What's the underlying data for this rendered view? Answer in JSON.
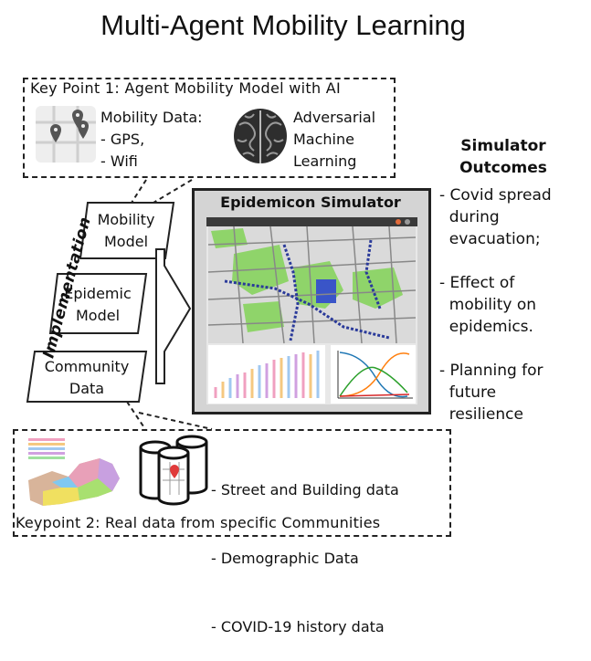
{
  "title": "Multi-Agent Mobility Learning",
  "key_point_1": {
    "label": "Key Point 1: Agent Mobility Model with AI",
    "mobility_data": [
      "Mobility Data:",
      "- GPS,",
      "- Wifi"
    ],
    "adversarial": [
      "Adversarial",
      "Machine",
      "Learning"
    ],
    "map_pin_icon": "map-pin-icon",
    "brain_icon": "brain-icon"
  },
  "implementation_label": "Implementation",
  "models": {
    "mobility": [
      "Mobility",
      "Model"
    ],
    "epidemic": [
      "Epidemic",
      "Model"
    ],
    "community": [
      "Community",
      "Data"
    ]
  },
  "simulator": {
    "title": "Epidemicon Simulator"
  },
  "outcomes": {
    "heading": [
      "Simulator",
      "Outcomes"
    ],
    "items": [
      "- Covid spread\n  during\n  evacuation;",
      "- Effect of\n  mobility on\n  epidemics.",
      "- Planning for\n  future\n  resilience"
    ]
  },
  "key_point_2": {
    "label": "Keypoint 2: Real data from specific Communities",
    "data_items": [
      "- Street and Building data",
      "- Demographic Data",
      "- COVID-19 history data"
    ],
    "database_icon": "database-icon",
    "region_map_icon": "region-map-icon"
  },
  "colors": {
    "line": "#222222",
    "map_green": "#8fd46a",
    "route_blue": "#2a3a9a"
  }
}
